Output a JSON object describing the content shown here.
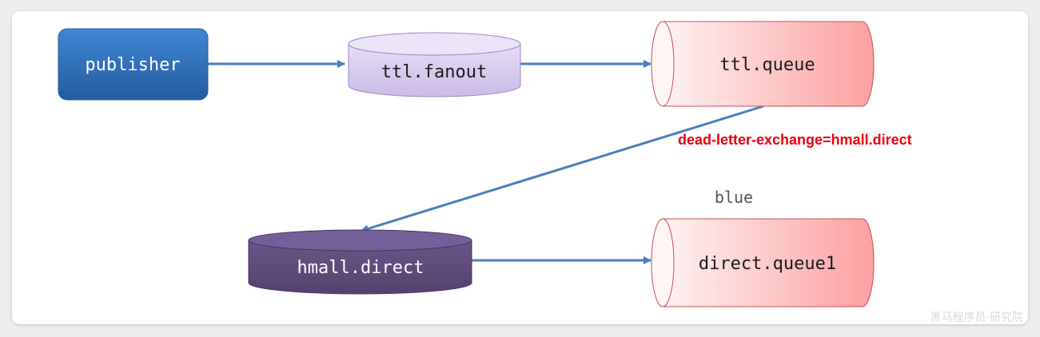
{
  "nodes": {
    "publisher": "publisher",
    "ttl_fanout": "ttl.fanout",
    "ttl_queue": "ttl.queue",
    "hmall_direct": "hmall.direct",
    "direct_queue1": "direct.queue1"
  },
  "annotations": {
    "dead_letter": "dead-letter-exchange=hmall.direct",
    "routing_key": "blue"
  },
  "watermark": "黑马程序员·研究院",
  "colors": {
    "publisher": "#2f6fb8",
    "exchange_light": "#ddd0f2",
    "exchange_dark": "#5e4a7c",
    "queue": "#fbb8b8",
    "arrow": "#4a7ebb",
    "annotation": "#e8000d"
  }
}
